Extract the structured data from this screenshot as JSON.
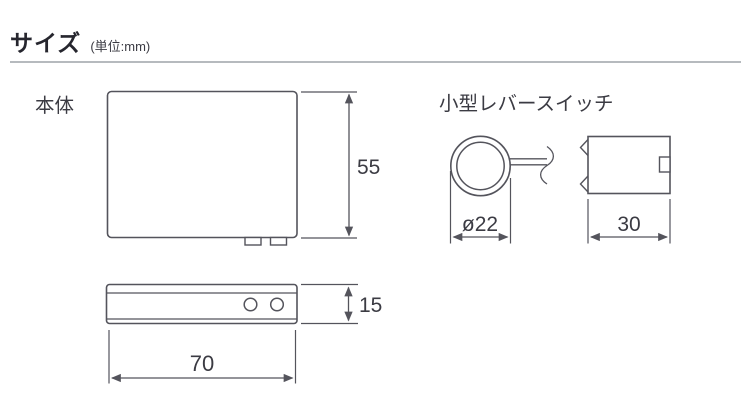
{
  "header": {
    "title": "サイズ",
    "unit_note": "(単位:mm)"
  },
  "main_unit": {
    "label": "本体",
    "dimensions": {
      "height_mm": "55",
      "width_mm": "70",
      "thickness_mm": "15"
    }
  },
  "lever_switch": {
    "label": "小型レバースイッチ",
    "dimensions": {
      "diameter_mm": "ø22",
      "depth_mm": "30"
    }
  },
  "colors": {
    "line": "#54545c",
    "text": "#3b3b43",
    "divider": "#b6babe",
    "background": "#ffffff"
  }
}
